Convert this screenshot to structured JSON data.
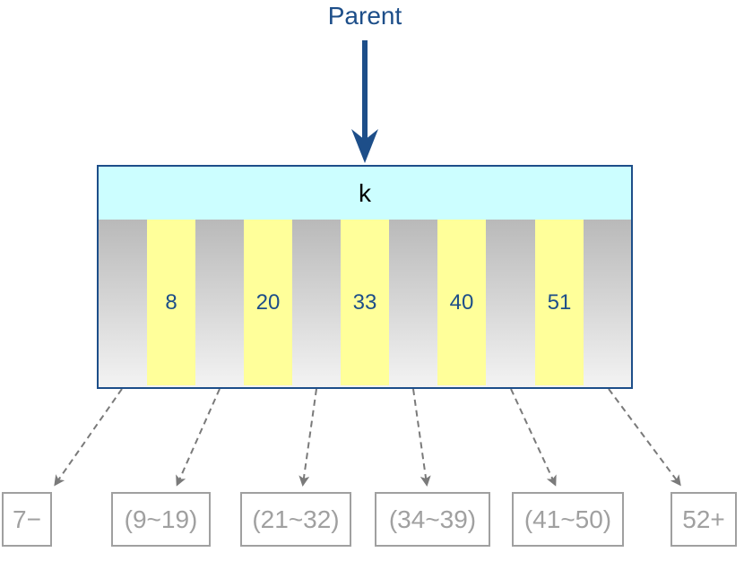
{
  "parent_label": "Parent",
  "node": {
    "header_label": "k",
    "keys": [
      "8",
      "20",
      "33",
      "40",
      "51"
    ]
  },
  "children": [
    "7−",
    "(9~19)",
    "(21~32)",
    "(34~39)",
    "(41~50)",
    "52+"
  ],
  "colors": {
    "accent": "#1d4e89",
    "header_fill": "#ccfeff",
    "key_fill": "#ffff9a",
    "child_border": "#a0a0a0"
  }
}
